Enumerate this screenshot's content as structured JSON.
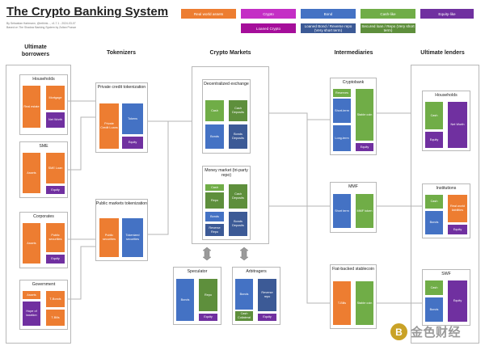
{
  "title": "The Crypto Banking System",
  "byline": {
    "line1": "By Sebastian Hartmann, @rethink..., v1.7.1 - 2024-03-07",
    "line2": "Based on The Shadow Banking System by Zoltan Pozsar"
  },
  "legend": {
    "real": "Real world assets",
    "crypto": "Crypto",
    "bond": "Bond",
    "cash": "Cash-like",
    "equity": "Equity-like",
    "loaned": "Loaned Crypto",
    "repo": "Loaned Bond / Reverse repo (Very short term)",
    "secured": "Secured loan / Repo (Very short term)"
  },
  "colors": {
    "real": "#ed7d31",
    "crypto": "#c42ec5",
    "bond": "#4472c4",
    "cash": "#70ad47",
    "equity": "#7030a0"
  },
  "columns": {
    "borrowers": "Ultimate borrowers",
    "tokenizers": "Tokenizers",
    "markets": "Crypto Markets",
    "intermediaries": "Intermediaries",
    "lenders": "Ultimate lenders"
  },
  "borrowers": {
    "households": {
      "title": "Households",
      "real_estate": "Real estate",
      "mortgage": "Mortgage",
      "net_worth": "Net Worth"
    },
    "sme": {
      "title": "SME",
      "assets": "Assets",
      "sme_loan": "SME Loan",
      "equity": "Equity"
    },
    "corporates": {
      "title": "Corporates",
      "assets": "Assets",
      "public_securities": "Public securities",
      "equity": "Equity"
    },
    "government": {
      "title": "Government",
      "assets": "Assets",
      "hope": "Hope of taxation",
      "tbonds": "T-Bonds",
      "tbills": "T-Bills"
    }
  },
  "tokenizers": {
    "private": {
      "title": "Private credit tokenization",
      "loans": "Private Credit Loans",
      "tokens": "Tokens",
      "equity": "Equity"
    },
    "public": {
      "title": "Public markets tokenization",
      "securities": "Public securities",
      "tokenized": "Tokenized securities"
    }
  },
  "markets": {
    "dex": {
      "title": "Decentralized exchange",
      "cash": "Cash",
      "bonds": "Bonds",
      "cash_deposits": "Cash Deposits",
      "bonds_deposits": "Bonds Deposits"
    },
    "mm": {
      "title": "Money market (tri-party repo)",
      "cash": "Cash",
      "repo": "Repo",
      "bonds": "Bonds",
      "reverse_repo": "Reverse Repo",
      "cash_deposits": "Cash Deposits",
      "bonds_deposits": "Bonds Deposits"
    },
    "speculator": {
      "title": "Speculator",
      "bonds": "Bonds",
      "repo": "Repo",
      "equity": "Equity"
    },
    "arbitrageurs": {
      "title": "Arbitragers",
      "bonds": "Bonds",
      "reverse_repo": "Reverse repo",
      "cash_collateral": "Cash Collateral",
      "equity": "Equity"
    }
  },
  "intermediaries": {
    "cryptobank": {
      "title": "Cryptobank",
      "reserves": "Reserves",
      "short_term": "Short-term",
      "long_term": "Long-term",
      "stable_coin": "Stable coin",
      "equity": "Equity"
    },
    "mmf": {
      "title": "MMF",
      "short_term": "Short term",
      "token": "MMF token"
    },
    "fiat": {
      "title": "Fiat-backed stablecoin",
      "tbills": "T-Bills",
      "stable_coin": "Stable coin"
    }
  },
  "lenders": {
    "households": {
      "title": "Households",
      "cash": "Cash",
      "equity": "Equity",
      "net_worth": "Net Worth"
    },
    "institutions": {
      "title": "Institutions",
      "cash": "Cash",
      "bonds": "Bonds",
      "rwl": "Real world liabilities",
      "equity": "Equity"
    },
    "swf": {
      "title": "SWF",
      "cash": "Cash",
      "bonds": "Bonds",
      "equity": "Equity"
    }
  },
  "watermark": {
    "logo": "B",
    "text": "金色财经"
  }
}
